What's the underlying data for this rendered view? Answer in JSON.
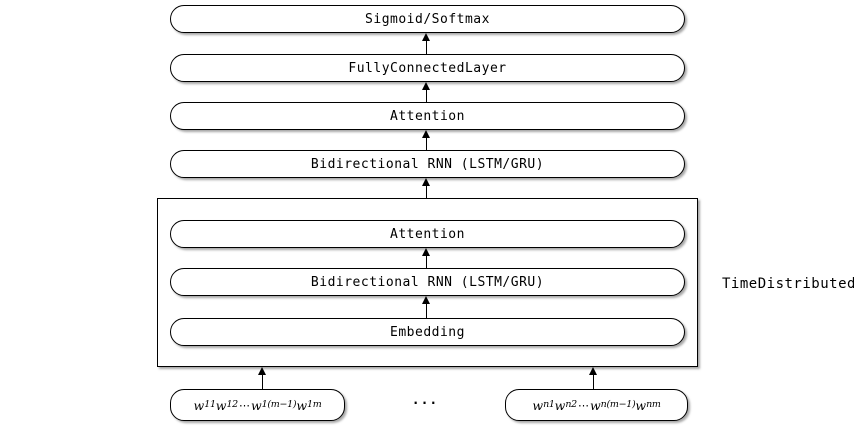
{
  "diagram": {
    "outer_layers": [
      {
        "id": "sigmoid-softmax",
        "label": "Sigmoid/Softmax"
      },
      {
        "id": "fully-connected",
        "label": "FullyConnectedLayer"
      },
      {
        "id": "attention-outer",
        "label": "Attention"
      },
      {
        "id": "birnn-outer",
        "label": "Bidirectional RNN (LSTM/GRU)"
      }
    ],
    "time_distributed": {
      "label": "TimeDistributed",
      "layers": [
        {
          "id": "attention-inner",
          "label": "Attention"
        },
        {
          "id": "birnn-inner",
          "label": "Bidirectional RNN (LSTM/GRU)"
        },
        {
          "id": "embedding",
          "label": "Embedding"
        }
      ]
    },
    "inputs": {
      "between_dots": "...",
      "left_tokens": [
        {
          "base": "w",
          "sub": "11"
        },
        {
          "base": "w",
          "sub": "12"
        },
        {
          "dots": "⋯"
        },
        {
          "base": "w",
          "sub": "1(m−1)"
        },
        {
          "base": "w",
          "sub": "1m"
        }
      ],
      "right_tokens": [
        {
          "base": "w",
          "sub": "n1"
        },
        {
          "base": "w",
          "sub": "n2"
        },
        {
          "dots": "⋯"
        },
        {
          "base": "w",
          "sub": "n(m−1)"
        },
        {
          "base": "w",
          "sub": "nm"
        }
      ]
    },
    "colors": {
      "stroke": "#000000",
      "fill": "#ffffff",
      "shadow": "#828282"
    }
  }
}
